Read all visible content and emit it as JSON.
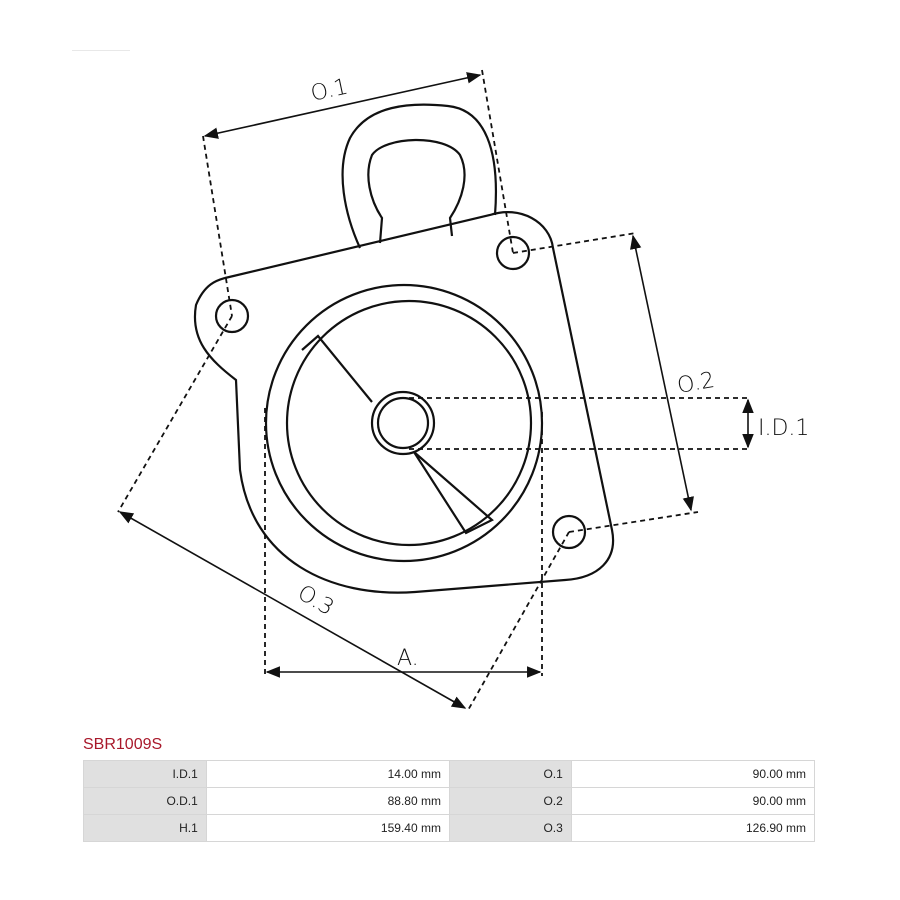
{
  "diagram": {
    "labels": {
      "o1": "O.1",
      "o2": "O.2",
      "o3": "O.3",
      "id1": "I.D.1",
      "a": "A."
    }
  },
  "product": {
    "code": "SBR1009S"
  },
  "specs": [
    {
      "label": "I.D.1",
      "value": "14.00 mm",
      "label2": "O.1",
      "value2": "90.00 mm"
    },
    {
      "label": "O.D.1",
      "value": "88.80 mm",
      "label2": "O.2",
      "value2": "90.00 mm"
    },
    {
      "label": "H.1",
      "value": "159.40 mm",
      "label2": "O.3",
      "value2": "126.90 mm"
    }
  ]
}
